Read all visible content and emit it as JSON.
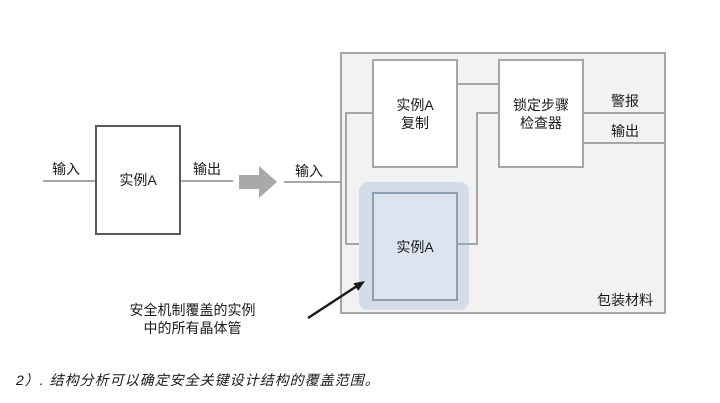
{
  "colors": {
    "line-gray": "#a6a6a6",
    "box-border-dark": "#595959",
    "wrapper-fill": "#f2f2f2",
    "wrapper-border": "#a6a6a6",
    "highlight-outer": "#d3dce8",
    "highlight-fill": "#dce4ef",
    "highlight-border": "#8f9fb3",
    "arrow-gray": "#a9a9a9",
    "text": "#1a1a1a"
  },
  "left_diagram": {
    "input_label": "输入",
    "instance_label": "实例A",
    "output_label": "输出"
  },
  "flow": {
    "transform_arrow_icon": "thick-right-block-arrow"
  },
  "wrapped_diagram": {
    "input_label": "输入",
    "copy_box_line1": "实例A",
    "copy_box_line2": "复制",
    "checker_line1": "锁定步骤",
    "checker_line2": "检查器",
    "instance_label": "实例A",
    "alarm_label": "警报",
    "output_label": "输出",
    "wrapper_label": "包装材料"
  },
  "annotation": {
    "line1": "安全机制覆盖的实例",
    "line2": "中的所有晶体管",
    "arrow_icon": "annotation-pointer-arrow"
  },
  "caption": "2）. 结构分析可以确定安全关键设计结构的覆盖范围。"
}
